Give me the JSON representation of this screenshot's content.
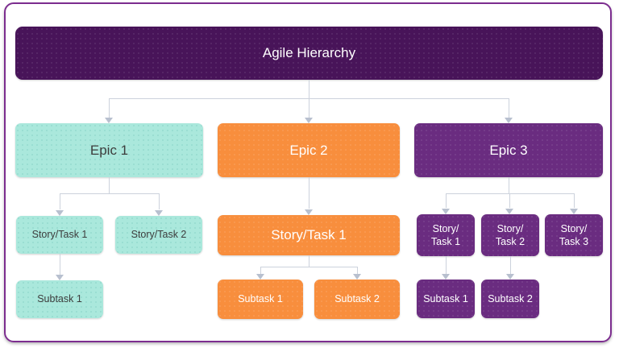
{
  "header": {
    "title": "Agile Hierarchy"
  },
  "epics": [
    {
      "label": "Epic 1",
      "color": "#aae8dc"
    },
    {
      "label": "Epic 2",
      "color": "#f88e3d"
    },
    {
      "label": "Epic 3",
      "color": "#6a2c80"
    }
  ],
  "teal_branch": {
    "stories": [
      "Story/Task 1",
      "Story/Task 2"
    ],
    "subtasks": [
      "Subtask 1"
    ]
  },
  "orange_branch": {
    "story": "Story/Task 1",
    "subtasks": [
      "Subtask 1",
      "Subtask 2"
    ]
  },
  "purple_branch": {
    "stories": [
      {
        "line1": "Story/",
        "line2": "Task 1"
      },
      {
        "line1": "Story/",
        "line2": "Task 2"
      },
      {
        "line1": "Story/",
        "line2": "Task 3"
      }
    ],
    "subtasks": [
      "Subtask 1",
      "Subtask 2"
    ]
  },
  "colors": {
    "frame_border": "#7c2d8f",
    "header_bg": "#481459",
    "teal": "#aae8dc",
    "orange": "#f88e3d",
    "purple": "#6a2c80",
    "connector_line": "#ccd2dc",
    "arrowhead": "#b8c0cf",
    "dark_text": "#3d3d3d",
    "light_text": "#ffffff"
  }
}
